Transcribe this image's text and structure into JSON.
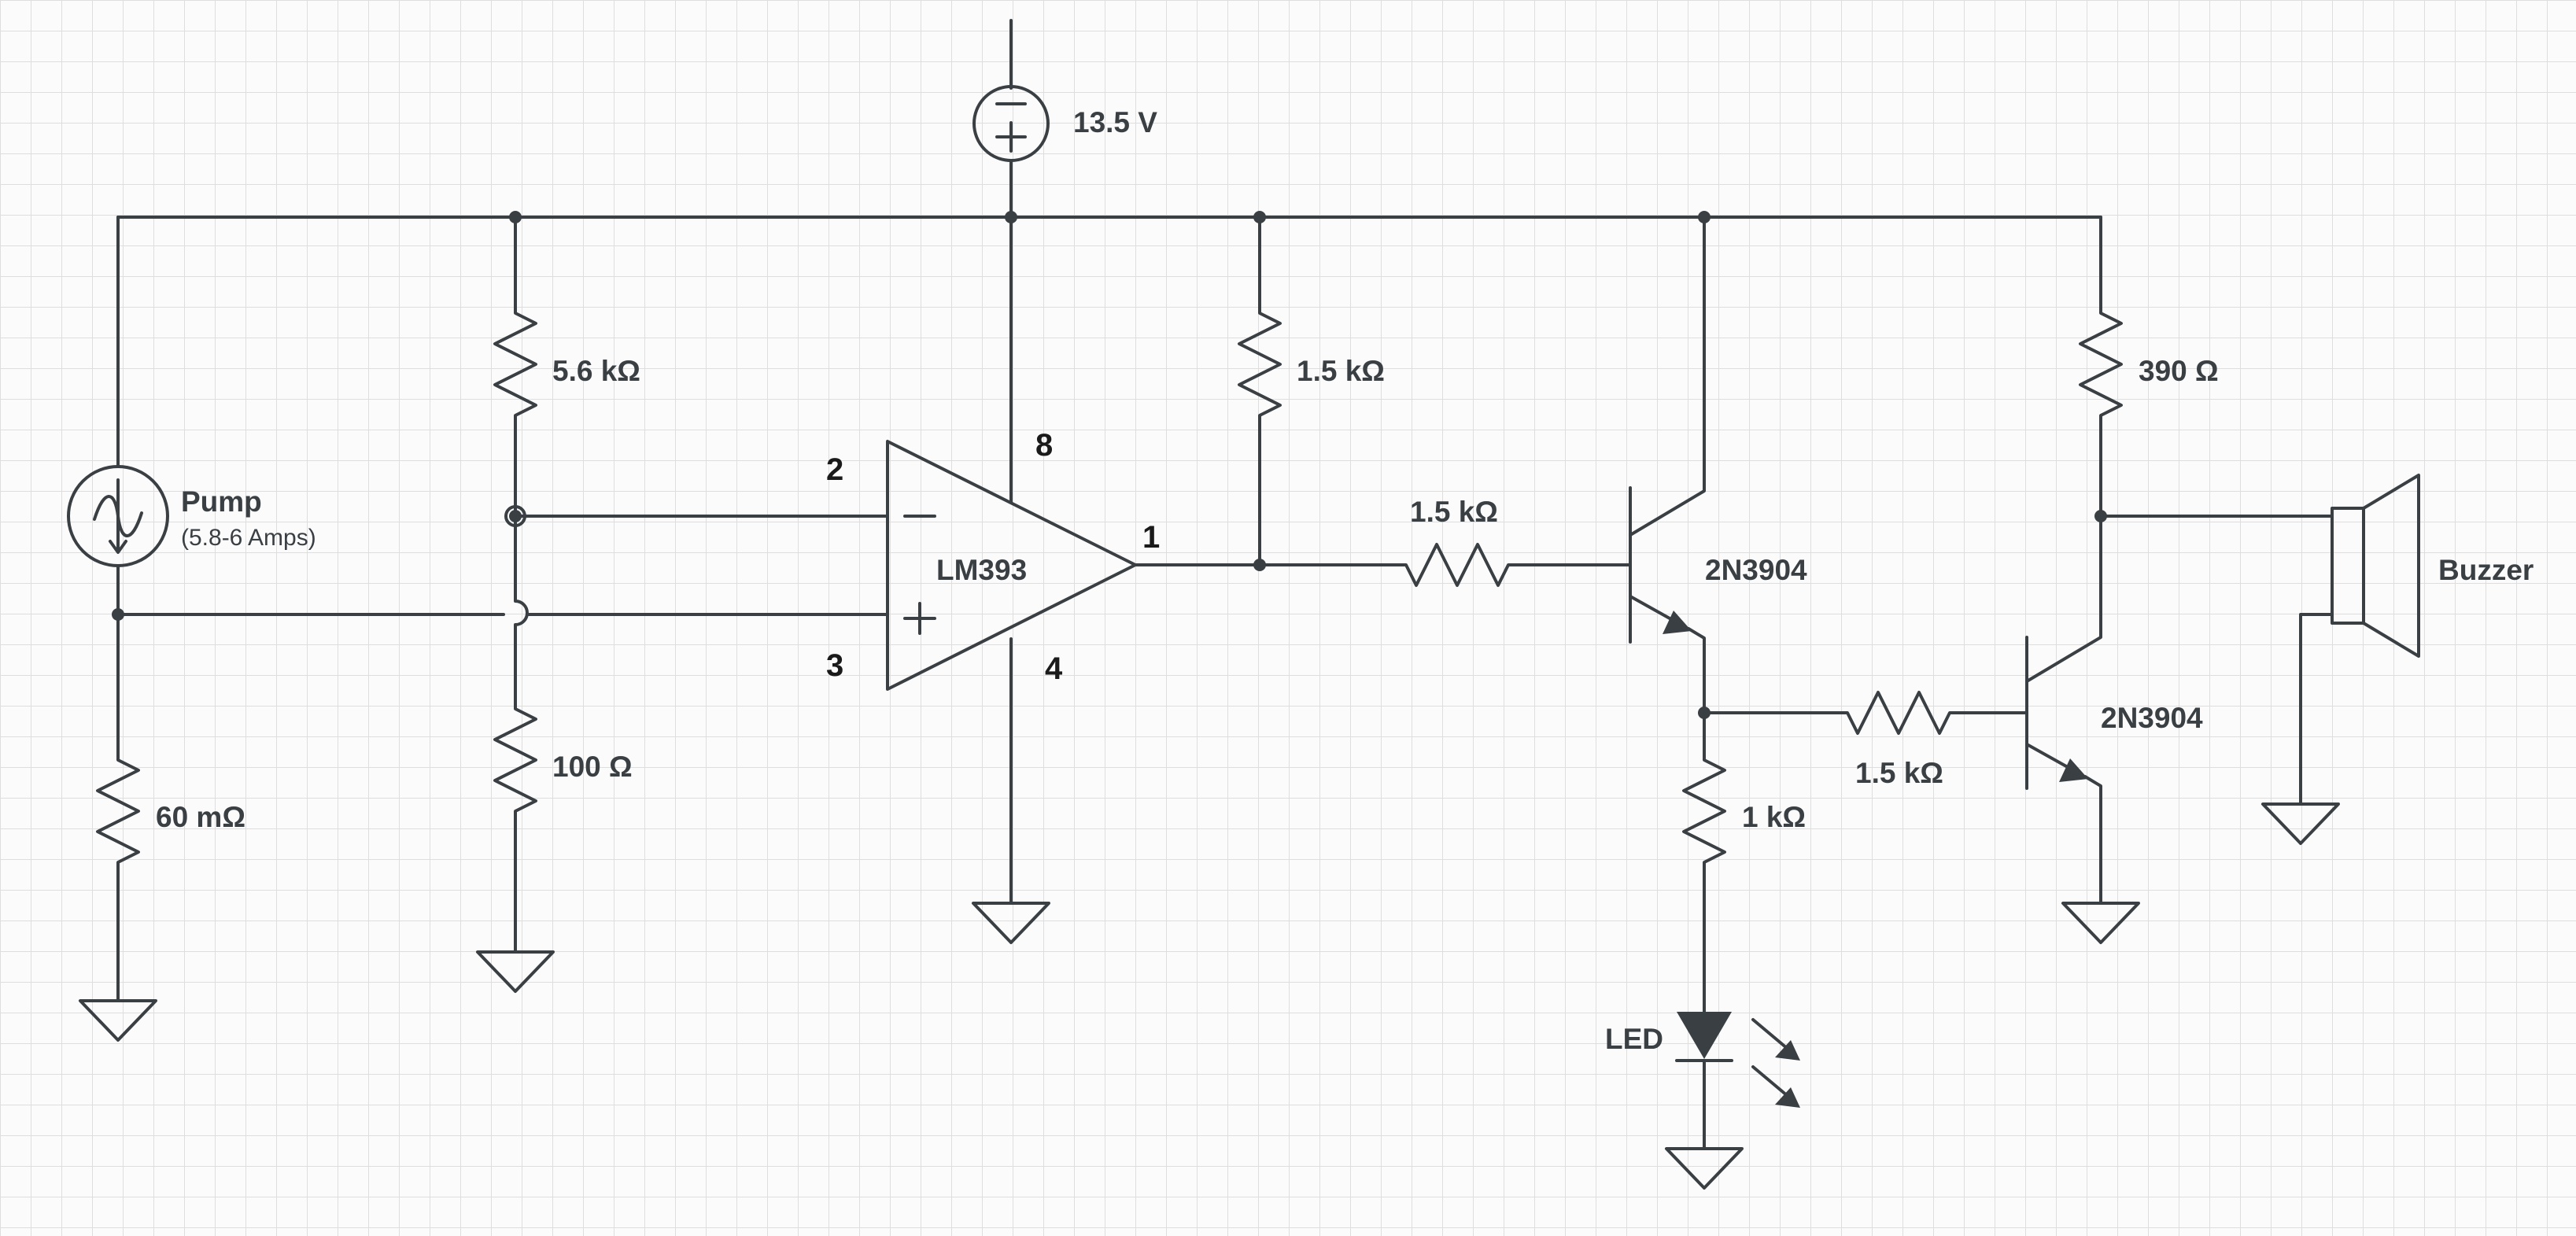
{
  "supply": {
    "label": "13.5 V"
  },
  "resistors": {
    "r_top_divider": "5.6 kΩ",
    "r_bottom_divider": "100 Ω",
    "r_shunt": "60 mΩ",
    "r_pullup": "1.5 kΩ",
    "r_base_q1": "1.5 kΩ",
    "r_base_q2": "1.5 kΩ",
    "r_buzzer": "390 Ω",
    "r_led": "1 kΩ"
  },
  "pump": {
    "label": "Pump",
    "note": "(5.8-6 Amps)"
  },
  "comparator": {
    "label": "LM393",
    "pins": {
      "out": "1",
      "inv": "2",
      "noninv": "3",
      "gnd": "4",
      "vcc": "8"
    }
  },
  "transistors": {
    "q1": "2N3904",
    "q2": "2N3904"
  },
  "led": {
    "label": "LED"
  },
  "buzzer": {
    "label": "Buzzer"
  }
}
